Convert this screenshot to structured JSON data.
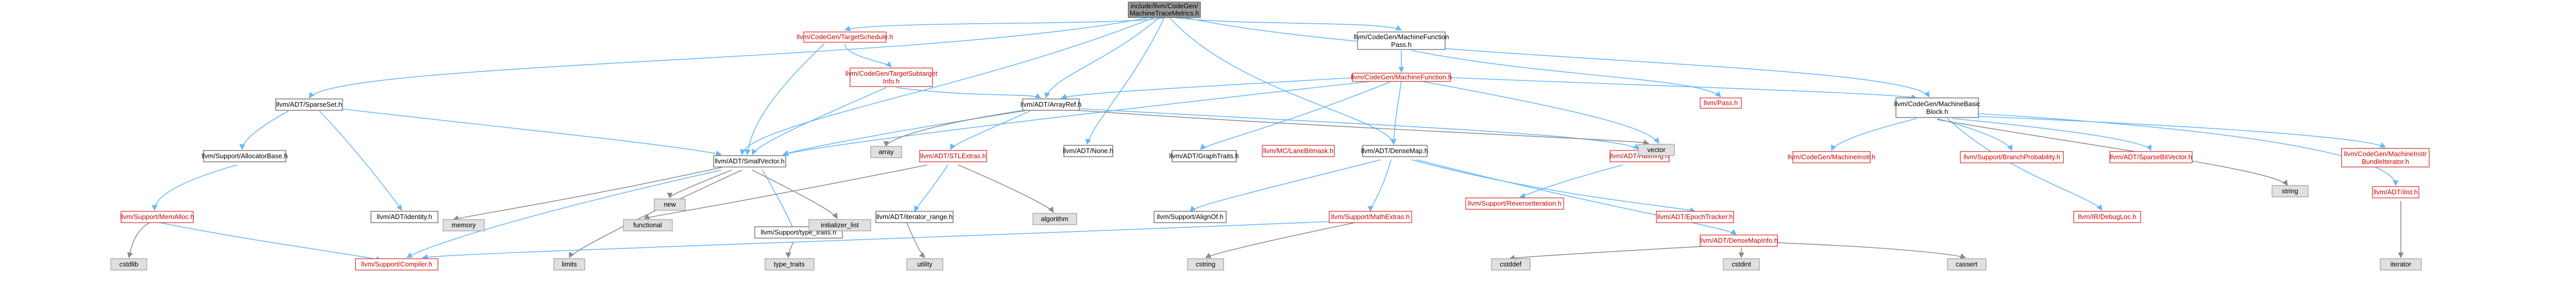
{
  "nodes": {
    "root": [
      "include/llvm/CodeGen/",
      "MachineTraceMetrics.h"
    ],
    "target_isel": [
      "llvm/CodeGen/TargetSchedule.h"
    ],
    "mfpass": [
      "llvm/CodeGen/MachineFunction",
      "Pass.h"
    ],
    "target_subtarget": [
      "llvm/CodeGen/TargetSubtarget",
      "Info.h"
    ],
    "machine_function": [
      "llvm/CodeGen/MachineFunction.h"
    ],
    "pass": [
      "llvm/Pass.h"
    ],
    "sparseset": [
      "llvm/ADT/SparseSet.h"
    ],
    "arrayref": [
      "llvm/ADT/ArrayRef.h"
    ],
    "mbb": [
      "llvm/CodeGen/MachineBasic",
      "Block.h"
    ],
    "allocatorbase": [
      "llvm/Support/AllocatorBase.h"
    ],
    "smallvector": [
      "llvm/ADT/SmallVector.h"
    ],
    "stlextras": [
      "llvm/ADT/STLExtras.h"
    ],
    "none": [
      "llvm/ADT/None.h"
    ],
    "graphtraits": [
      "llvm/ADT/GraphTraits.h"
    ],
    "laneprobs": [
      "llvm/MC/LaneBitmask.h"
    ],
    "densemap": [
      "llvm/ADT/DenseMap.h"
    ],
    "hashing": [
      "llvm/ADT/Hashing.h"
    ],
    "machineinstr": [
      "llvm/CodeGen/MachineInstr.h"
    ],
    "branchprob": [
      "llvm/Support/BranchProbability.h"
    ],
    "sparsebitvector": [
      "llvm/ADT/SparseBitVector.h"
    ],
    "mibundle": [
      "llvm/CodeGen/MachineInstr",
      "BundleIterator.h"
    ],
    "memalloc": [
      "llvm/Support/MemAlloc.h"
    ],
    "identity": [
      "llvm/ADT/identity.h"
    ],
    "typetraits": [
      "llvm/Support/type_traits.h"
    ],
    "iterrange": [
      "llvm/ADT/iterator_range.h"
    ],
    "alignof": [
      "llvm/Support/AlignOf.h"
    ],
    "mathextras": [
      "llvm/Support/MathExtras.h"
    ],
    "epochtracker": [
      "llvm/ADT/EpochTracker.h"
    ],
    "densemapinfo": [
      "llvm/ADT/DenseMapInfo.h"
    ],
    "reverseiter": [
      "llvm/Support/ReverseIteration.h"
    ],
    "debugloc": [
      "llvm/IR/DebugLoc.h"
    ],
    "ilist": [
      "llvm/ADT/ilist.h"
    ],
    "compiler": [
      "llvm/Support/Compiler.h"
    ],
    "memory": [
      "memory"
    ],
    "new": [
      "new"
    ],
    "functional": [
      "functional"
    ],
    "initlist": [
      "initializer_list"
    ],
    "algorithm": [
      "algorithm"
    ],
    "array": [
      "array"
    ],
    "vector": [
      "vector"
    ],
    "string": [
      "string"
    ],
    "cstdlib": [
      "cstdlib"
    ],
    "limits": [
      "limits"
    ],
    "type_traits": [
      "type_traits"
    ],
    "utility": [
      "utility"
    ],
    "cstring": [
      "cstring"
    ],
    "cstddef": [
      "cstddef"
    ],
    "cstdint": [
      "cstdint"
    ],
    "cassert": [
      "cassert"
    ],
    "iterator": [
      "iterator"
    ]
  }
}
